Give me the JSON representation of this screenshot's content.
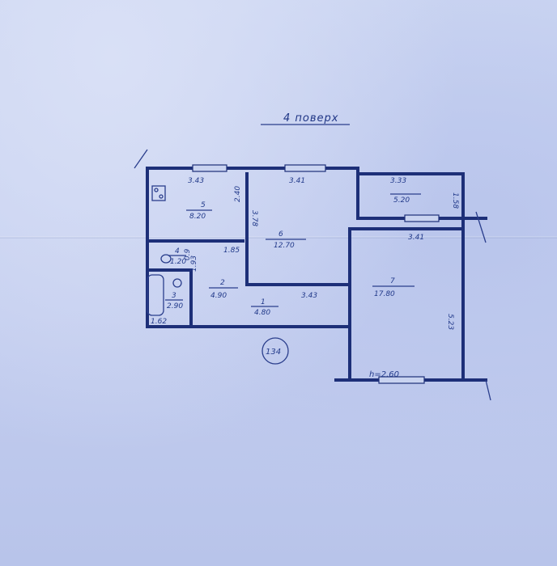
{
  "title": "4 поверх",
  "flat_number": "134",
  "ceiling_height": "h=2.60",
  "rooms": [
    {
      "num": "5",
      "area": "8.20"
    },
    {
      "num": "6",
      "area": "12.70"
    },
    {
      "num": "4",
      "area": "1.20"
    },
    {
      "num": "2",
      "area": "4.90"
    },
    {
      "num": "3",
      "area": "2.90"
    },
    {
      "num": "1",
      "area": "4.80"
    },
    {
      "num": "7",
      "area": "17.80"
    },
    {
      "num": "",
      "area": "5.20"
    }
  ],
  "dimensions": [
    "3.43",
    "3.41",
    "3.33",
    "1.58",
    "2.40",
    "3.78",
    "1.85",
    "3.41",
    "1.93",
    "1.62",
    "3.43",
    "5.23",
    "0.9"
  ]
}
